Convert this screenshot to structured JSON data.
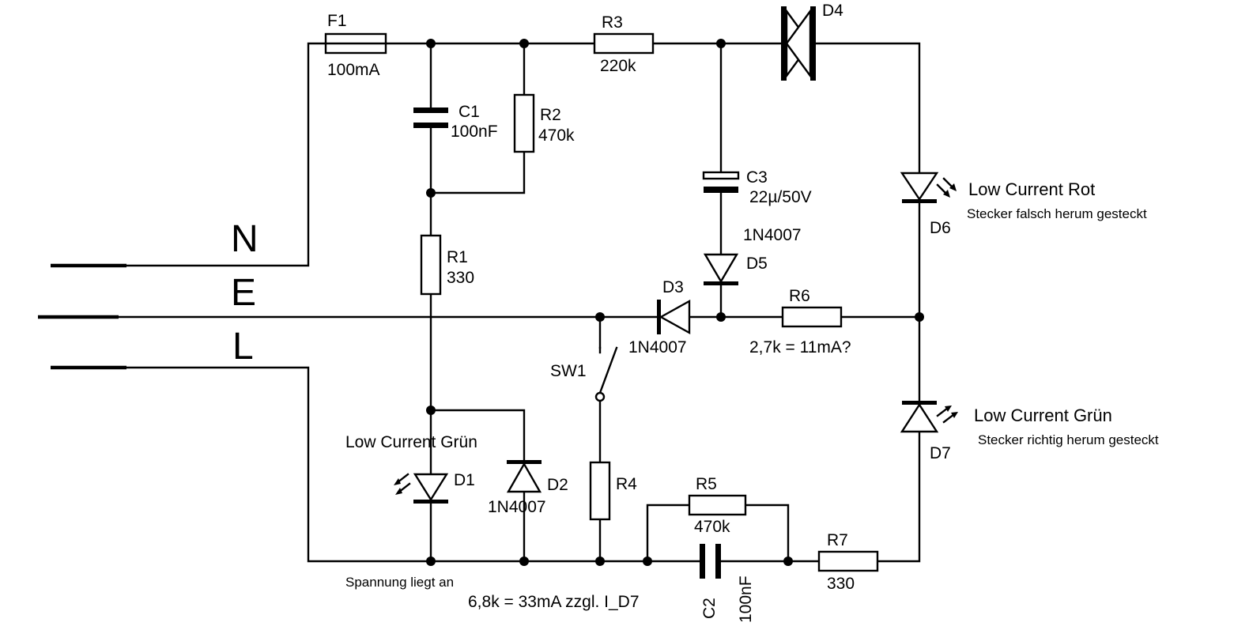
{
  "terminals": {
    "n": "N",
    "e": "E",
    "l": "L"
  },
  "components": {
    "f1": {
      "ref": "F1",
      "value": "100mA"
    },
    "r1": {
      "ref": "R1",
      "value": "330"
    },
    "r2": {
      "ref": "R2",
      "value": "470k"
    },
    "r3": {
      "ref": "R3",
      "value": "220k"
    },
    "r4": {
      "ref": "R4"
    },
    "r5": {
      "ref": "R5",
      "value": "470k"
    },
    "r6": {
      "ref": "R6",
      "value": "2,7k = 11mA?"
    },
    "r7": {
      "ref": "R7",
      "value": "330"
    },
    "c1": {
      "ref": "C1",
      "value": "100nF"
    },
    "c2": {
      "ref": "C2",
      "value": "100nF"
    },
    "c3": {
      "ref": "C3",
      "value": "22µ/50V"
    },
    "d1": {
      "ref": "D1",
      "desc": "Low Current Grün"
    },
    "d2": {
      "ref": "D2",
      "value": "1N4007"
    },
    "d3": {
      "ref": "D3",
      "value": "1N4007"
    },
    "d4": {
      "ref": "D4"
    },
    "d5": {
      "ref": "D5",
      "value": "1N4007"
    },
    "d6": {
      "ref": "D6",
      "desc": "Low Current Rot",
      "note": "Stecker falsch herum gesteckt"
    },
    "d7": {
      "ref": "D7",
      "desc": "Low Current Grün",
      "note": "Stecker richtig herum gesteckt"
    },
    "sw1": {
      "ref": "SW1"
    }
  },
  "notes": {
    "spannung": "Spannung liegt an",
    "r4_calc": "6,8k = 33mA zzgl. I_D7"
  }
}
